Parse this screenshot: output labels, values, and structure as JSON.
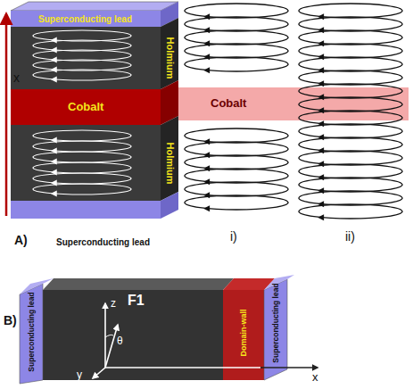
{
  "diagram": {
    "nodes": [
      {
        "text": [
          "Superconducting lead"
        ]
      },
      {
        "text": [
          "Holmium"
        ]
      },
      {
        "text": [
          "Cobalt"
        ]
      },
      {
        "text": [
          "Holmium"
        ]
      },
      {
        "text": [
          "Superconducting lead"
        ]
      },
      {
        "text": [
          "Cobalt"
        ]
      },
      {
        "text": [
          "Superconducting lead"
        ]
      },
      {
        "text": [
          "F1"
        ]
      },
      {
        "text": [
          "Domain-wall"
        ]
      },
      {
        "text": [
          "Superconducting lead"
        ]
      }
    ],
    "labels": [
      "x",
      "A)",
      "i)",
      "ii)",
      "B)",
      "z",
      "θ",
      "y",
      "x"
    ]
  }
}
